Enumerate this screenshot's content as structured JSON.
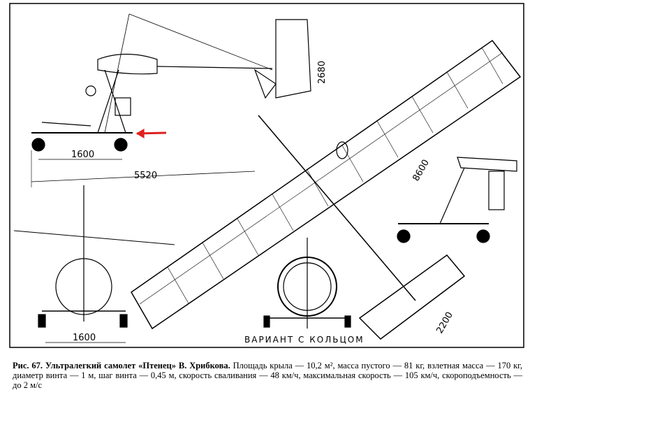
{
  "drawing": {
    "dimensions": {
      "side_height": "2680",
      "side_wheelbase": "1600",
      "side_length": "5520",
      "wingspan": "8600",
      "front_track": "1600",
      "tail_span": "2200"
    },
    "variant_label": "ВАРИАНТ С КОЛЬЦОМ",
    "arrow_color": "#e02020"
  },
  "caption": {
    "title": "Рис. 67. Ультралегкий самолет «Птенец» В. Хрибкова.",
    "text": "Площадь крыла — 10,2 м², масса пустого — 81 кг, взлетная масса — 170 кг, диаметр винта — 1 м, шаг винта — 0,45 м, скорость сваливания — 48 км/ч, максимальная скорость — 105 км/ч, скороподъемность — до 2 м/с"
  }
}
